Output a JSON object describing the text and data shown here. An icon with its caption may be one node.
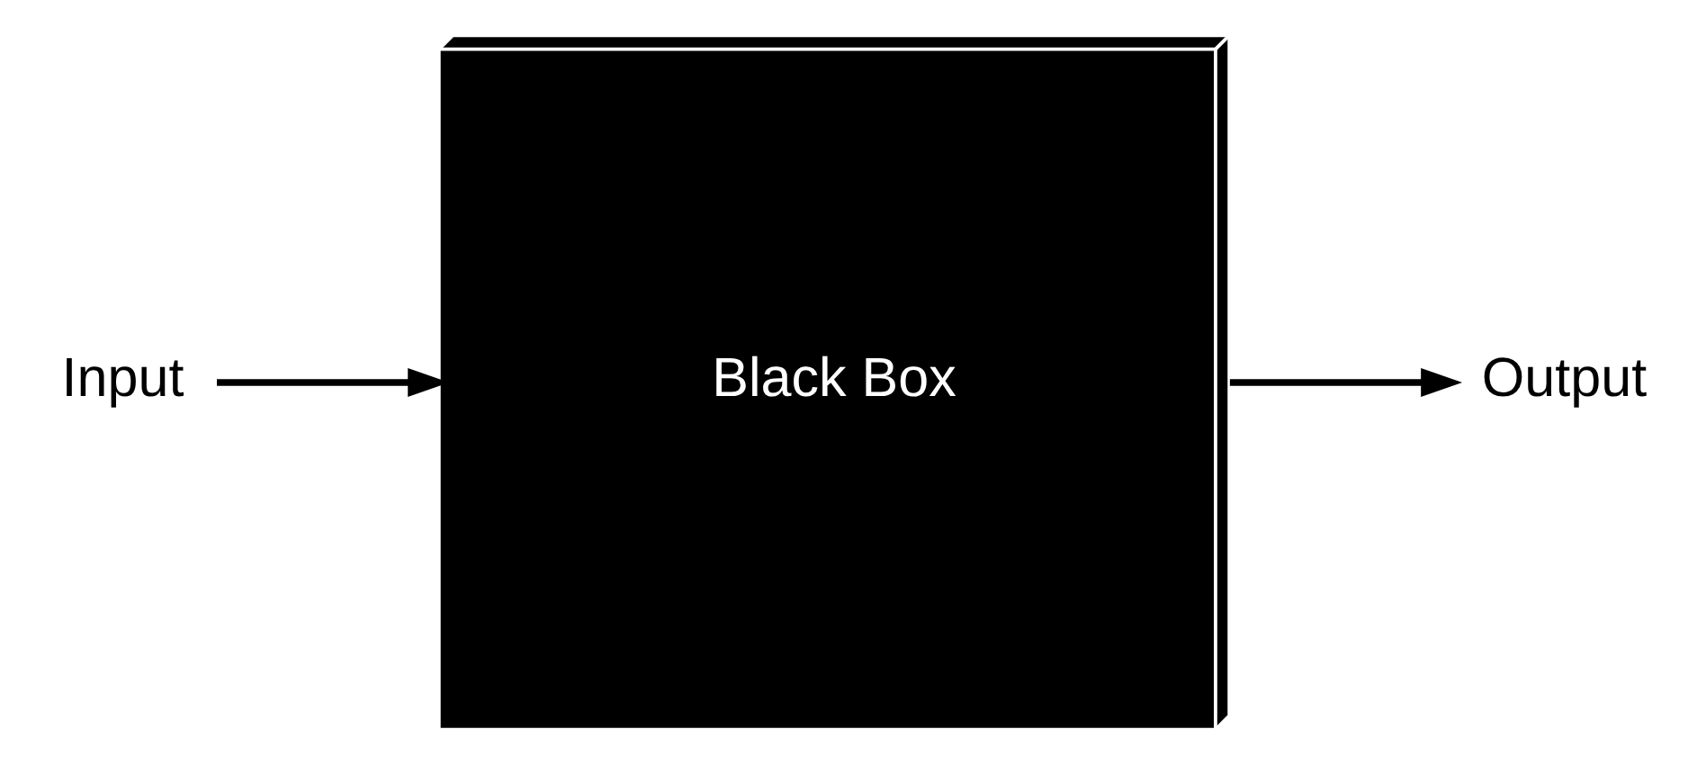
{
  "diagram": {
    "nodes": [
      {
        "text": [
          "Input"
        ]
      },
      {
        "text": [
          "Black Box"
        ]
      },
      {
        "text": [
          "Output"
        ]
      }
    ],
    "edges": [
      {
        "from": 0,
        "to": 1,
        "arrow": "to"
      },
      {
        "from": 1,
        "to": 2,
        "arrow": "to"
      }
    ]
  }
}
